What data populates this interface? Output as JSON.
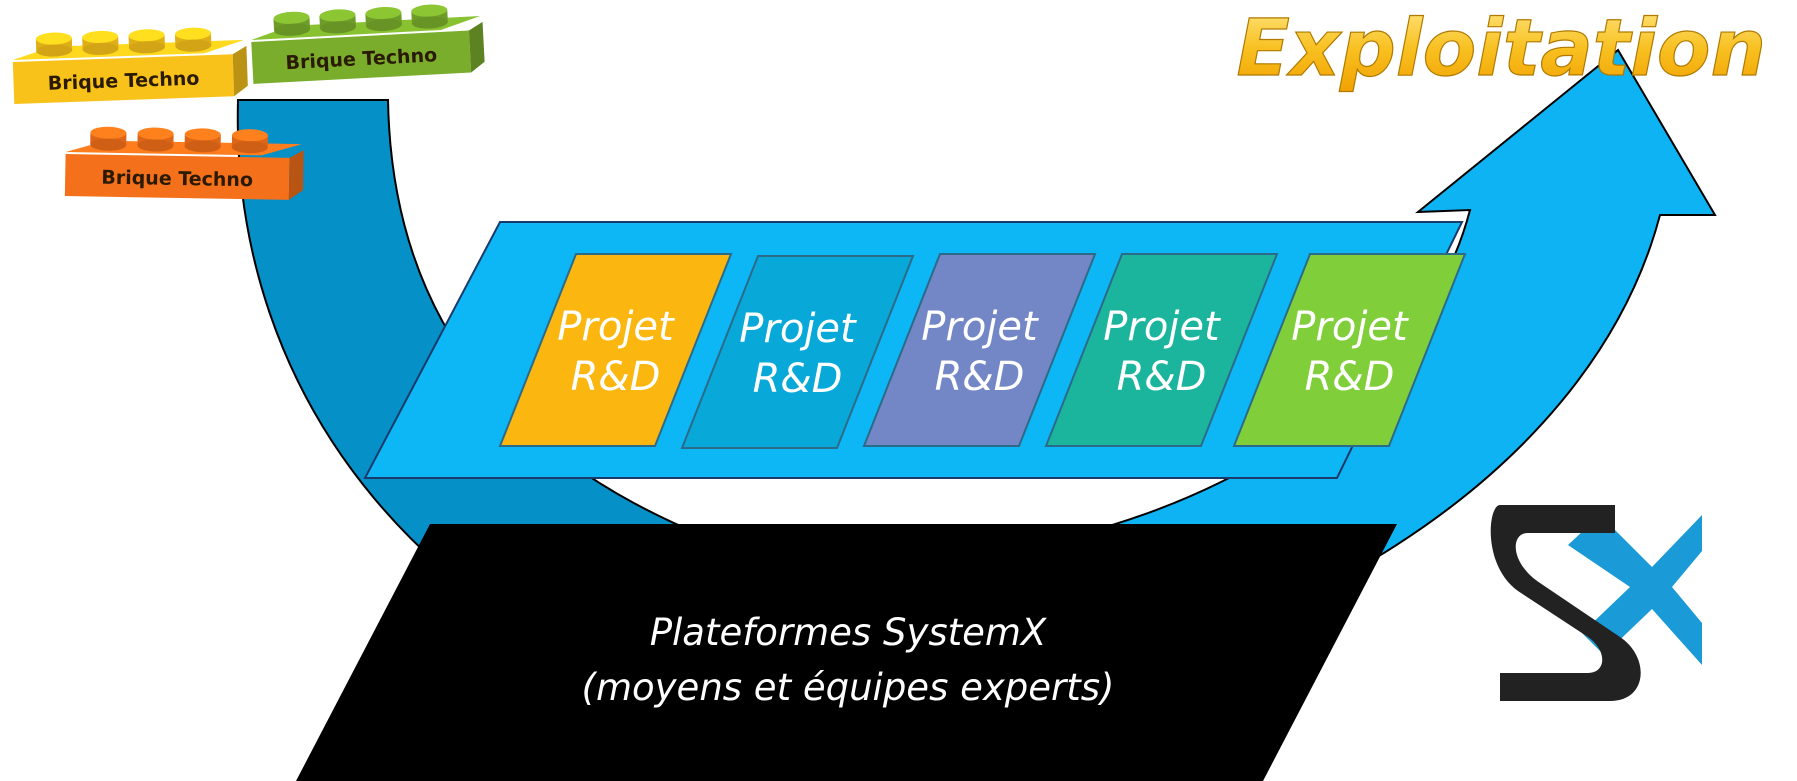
{
  "title": {
    "text": "Exploitation",
    "color": "#f8c020"
  },
  "bricks": [
    {
      "label": "Brique Techno",
      "color": "#f8c21a"
    },
    {
      "label": "Brique Techno",
      "color": "#7aad2c"
    },
    {
      "label": "Brique Techno",
      "color": "#f5701a"
    }
  ],
  "projects": [
    {
      "line1": "Projet",
      "line2": "R&D",
      "color": "#fbb70f"
    },
    {
      "line1": "Projet",
      "line2": "R&D",
      "color": "#08a9d8"
    },
    {
      "line1": "Projet",
      "line2": "R&D",
      "color": "#7386c6"
    },
    {
      "line1": "Projet",
      "line2": "R&D",
      "color": "#1bb59d"
    },
    {
      "line1": "Projet",
      "line2": "R&D",
      "color": "#80cf3a"
    }
  ],
  "platform": {
    "line1": "Plateformes SystemX",
    "line2": "(moyens  et équipes experts)",
    "color": "#000000"
  },
  "colors": {
    "arrow_dark": "#0690c8",
    "arrow_light": "#0db3f2",
    "panel": "#0db7f5"
  },
  "logo": {
    "name": "systemx-logo",
    "colors": {
      "s": "#222222",
      "x": "#1a9ad6"
    }
  }
}
